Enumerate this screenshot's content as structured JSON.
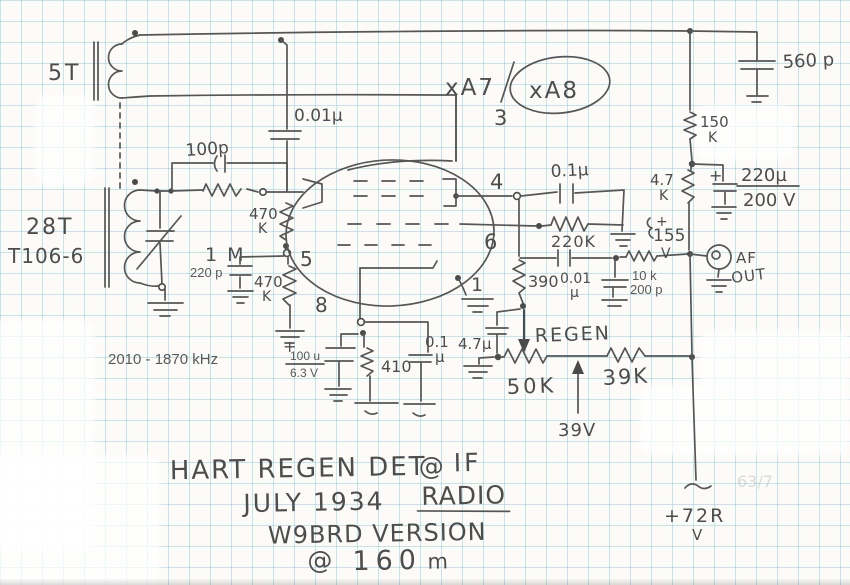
{
  "colors": {
    "paper": "#fcfbf7",
    "grid_line": "#7ac3d6",
    "pencil": "#565656",
    "typed_text": "#5a5a5a"
  },
  "transformer": {
    "primary_turns": "5T",
    "secondary_turns": "28T",
    "core_part": "T106-6",
    "tuning_range": "2010 - 1870 kHz"
  },
  "tube": {
    "type_left": "xA7",
    "type_separator": "/",
    "type_right": "xA8",
    "pin_plate": "3",
    "pin_g4": "4",
    "pin_g5": "5",
    "pin_g6": "6",
    "pin_cathode": "8",
    "pin_1": "1"
  },
  "capacitors": {
    "grid_cap": "100p",
    "plate_bypass": "0.01µ",
    "divider_bypass": "220 p",
    "cathode_electrolytic_value": "100 u",
    "cathode_electrolytic_voltage": "6.3 V",
    "cathode_bypass_value": "0.1",
    "cathode_bypass_unit": "µ",
    "regen_bypass": "4.7µ",
    "coupling": "0.1µ",
    "af_filter_value": "0.01",
    "af_filter_unit": "µ",
    "af_shunt": "200 p",
    "top_cap": "560 p",
    "supply_filter_value": "220µ",
    "supply_filter_voltage": "200 V"
  },
  "resistors": {
    "grid_leak": "1 M",
    "divider_upper_value": "470",
    "divider_upper_unit": "K",
    "divider_lower_value": "470",
    "divider_lower_unit": "K",
    "cathode": "410",
    "screen_series": "390",
    "regen_pot": "50K",
    "bleeder": "39K",
    "af_series": "10 k",
    "load": "220K",
    "supply_upper_value": "150",
    "supply_upper_unit": "K",
    "supply_lower_value": "4.7",
    "supply_lower_unit": "K"
  },
  "annotations": {
    "regen": "REGEN",
    "v39": "39V",
    "v155_plus": "+",
    "v155": "155",
    "v155_unit": "V",
    "af_line1": "AF",
    "af_line2": "OUT",
    "supply_in": "+72R",
    "supply_in_unit": "V",
    "plus": "+",
    "bleed_through": "63/7"
  },
  "title_block": {
    "line1": "HART REGEN DET",
    "line1_at": "@",
    "line1_end": "IF",
    "line2": "JULY 1934",
    "line2_underlined": "RADIO",
    "line3": "W9BRD VERSION",
    "line4_at": "@",
    "line4_value": "160",
    "line4_unit": "m"
  }
}
